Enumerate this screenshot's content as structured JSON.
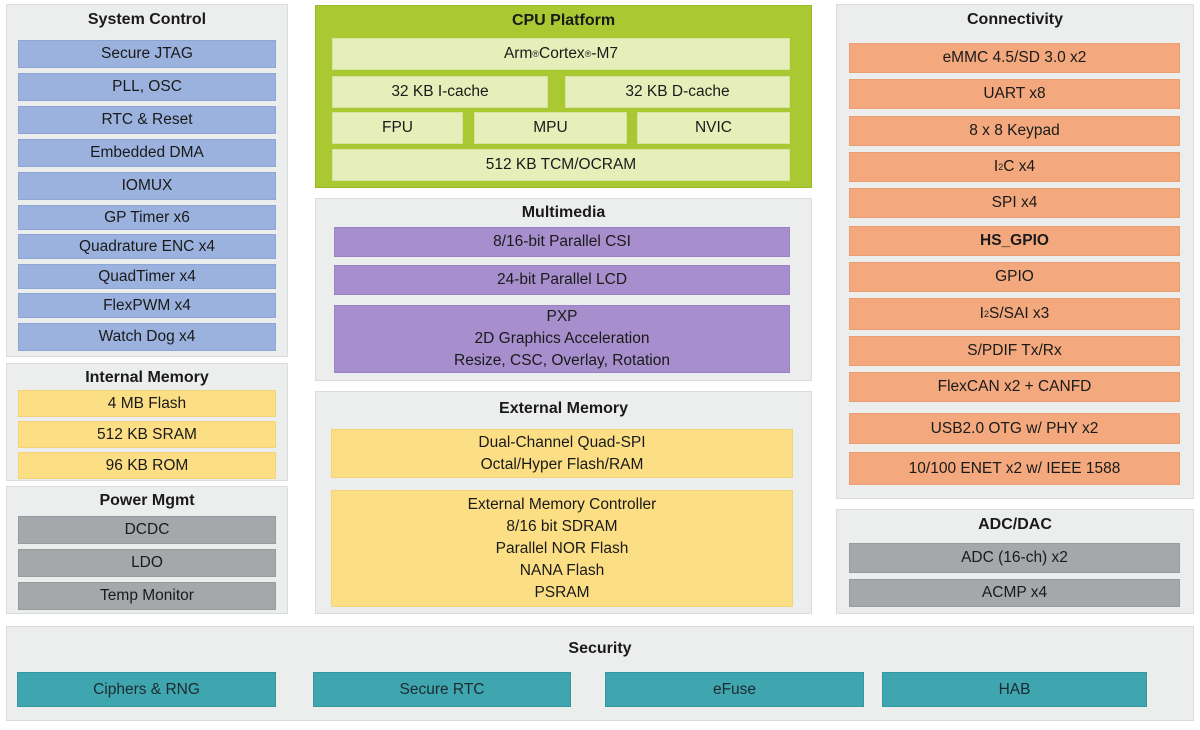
{
  "system_control": {
    "title": "System Control",
    "items": [
      "Secure JTAG",
      "PLL, OSC",
      "RTC & Reset",
      "Embedded DMA",
      "IOMUX",
      "GP Timer x6",
      "Quadrature ENC x4",
      "QuadTimer x4",
      "FlexPWM x4",
      "Watch Dog x4"
    ]
  },
  "internal_memory": {
    "title": "Internal Memory",
    "items": [
      "4 MB Flash",
      "512 KB SRAM",
      "96 KB ROM"
    ]
  },
  "power_mgmt": {
    "title": "Power Mgmt",
    "items": [
      "DCDC",
      "LDO",
      "Temp Monitor"
    ]
  },
  "cpu_platform": {
    "title": "CPU Platform",
    "core_prefix": "Arm",
    "core_mid": " Cortex",
    "core_suffix": "-M7",
    "reg_mark": "®",
    "icache": "32 KB I-cache",
    "dcache": "32 KB D-cache",
    "fpu": "FPU",
    "mpu": "MPU",
    "nvic": "NVIC",
    "tcm": "512 KB TCM/OCRAM"
  },
  "multimedia": {
    "title": "Multimedia",
    "csi": "8/16-bit Parallel CSI",
    "lcd": "24-bit Parallel LCD",
    "pxp_lines": [
      "PXP",
      "2D Graphics Acceleration",
      "Resize, CSC, Overlay, Rotation"
    ]
  },
  "external_memory": {
    "title": "External Memory",
    "spi_lines": [
      "Dual-Channel Quad-SPI",
      "Octal/Hyper Flash/RAM"
    ],
    "emc_lines": [
      "External Memory Controller",
      "8/16 bit SDRAM",
      "Parallel NOR Flash",
      "NANA Flash",
      "PSRAM"
    ]
  },
  "connectivity": {
    "title": "Connectivity",
    "emmc": "eMMC 4.5/SD 3.0 x2",
    "uart": "UART x8",
    "keypad": "8 x 8 Keypad",
    "i2c_pre": "I",
    "i2c_sup": "2",
    "i2c_post": "C x4",
    "spi": "SPI  x4",
    "hs_gpio": "HS_GPIO",
    "gpio": "GPIO",
    "i2s_pre": "I",
    "i2s_sup": "2",
    "i2s_post": "S/SAI x3",
    "spdif": "S/PDIF Tx/Rx",
    "flexcan": "FlexCAN x2 + CANFD",
    "usb": "USB2.0 OTG w/ PHY x2",
    "enet": "10/100 ENET x2 w/ IEEE 1588"
  },
  "adc_dac": {
    "title": "ADC/DAC",
    "items": [
      "ADC (16-ch) x2",
      "ACMP x4"
    ]
  },
  "security": {
    "title": "Security",
    "items": [
      "Ciphers & RNG",
      "Secure RTC",
      "eFuse",
      "HAB"
    ]
  },
  "colors": {
    "system_control": "#9cb2de",
    "cpu_outer": "#a9c832",
    "cpu_block": "#e6efb9",
    "multimedia": "#a78fce",
    "memory": "#fcdf84",
    "connectivity": "#f3a97d",
    "analog_power": "#a4a8aa",
    "security": "#3fa5af",
    "panel": "#eceeed"
  }
}
